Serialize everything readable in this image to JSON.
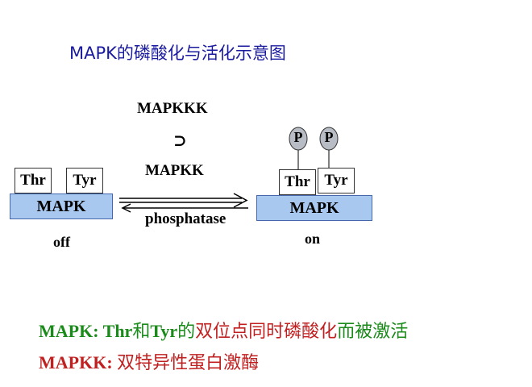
{
  "title": "MAPK的磷酸化与活化示意图",
  "enzymes": {
    "upstream": "MAPKKK",
    "arrow_glyph": "⊃",
    "kinase": "MAPKK",
    "reverse": "phosphatase"
  },
  "left_state": {
    "thr": "Thr",
    "tyr": "Tyr",
    "protein": "MAPK",
    "label": "off"
  },
  "right_state": {
    "phospho": [
      "P",
      "P"
    ],
    "thr": "Thr",
    "tyr": "Tyr",
    "protein": "MAPK",
    "label": "on"
  },
  "notes": {
    "line1_prefix": "MAPK: ",
    "line1_thr": "Thr",
    "line1_and": "和",
    "line1_tyr": "Tyr",
    "line1_de": "的",
    "line1_mid": "双位点同时磷酸化",
    "line1_end": "而被激活",
    "line2_prefix": "MAPKK: ",
    "line2_text": "双特异性蛋白激酶"
  },
  "colors": {
    "title": "#1a1a9e",
    "mapk_fill": "#a8c8f0",
    "note_green": "#1a8a1a",
    "note_red": "#c02020"
  }
}
